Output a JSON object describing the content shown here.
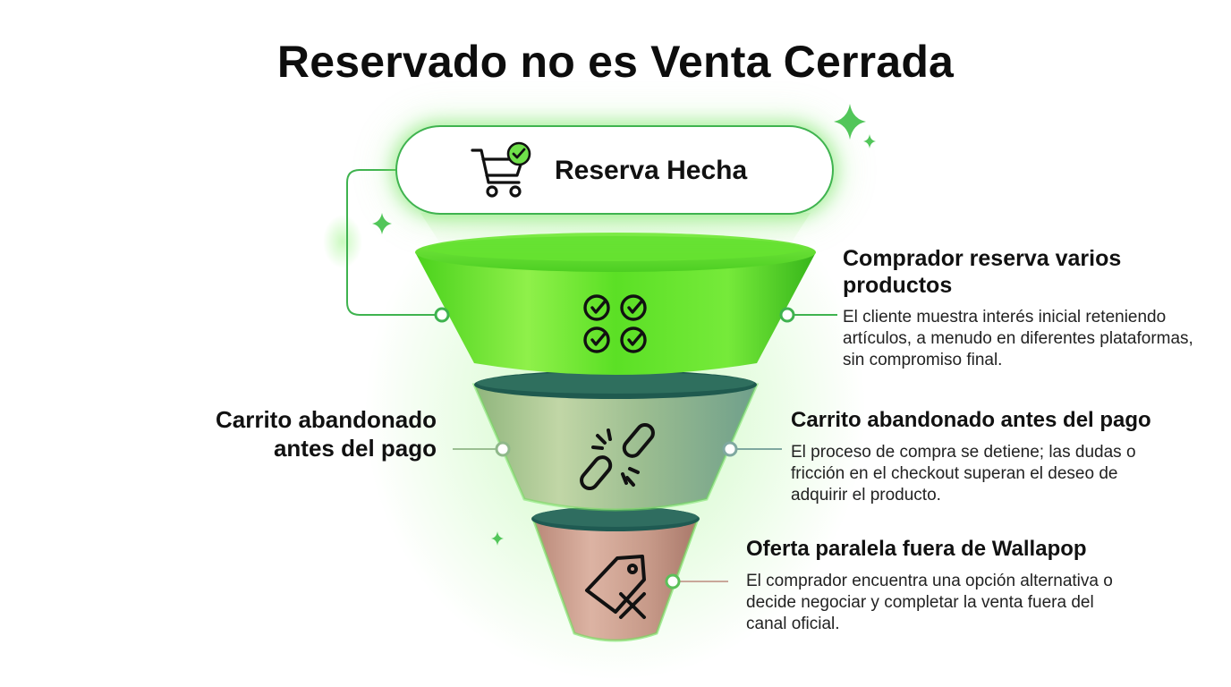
{
  "title": "Reservado no es Venta Cerrada",
  "top_pill": {
    "label": "Reserva Hecha",
    "icon": "shopping-cart-check-icon"
  },
  "stages": [
    {
      "title": "Comprador reserva varios productos",
      "description": "El cliente muestra interés inicial reteniendo artículos, a menudo en diferentes plataformas, sin compromiso final.",
      "icon": "multiple-checkmarks-icon",
      "color": "#57e02a"
    },
    {
      "title": "Carrito abandonado antes del pago",
      "description": "El proceso de compra se detiene; las dudas o fricción en el checkout superan el deseo de adquirir el producto.",
      "icon": "broken-link-icon",
      "color": "#9cb98a"
    },
    {
      "title": "Oferta paralela fuera de Wallapop",
      "description": "El comprador encuentra una opción alternativa o decide negociar y completar la venta fuera del canal oficial.",
      "icon": "price-tag-cross-icon",
      "color": "#c69a8a"
    }
  ],
  "left_label": "Carrito abandonado antes del pago",
  "colors": {
    "accent": "#3fb34f",
    "glow": "#8ef07a"
  }
}
